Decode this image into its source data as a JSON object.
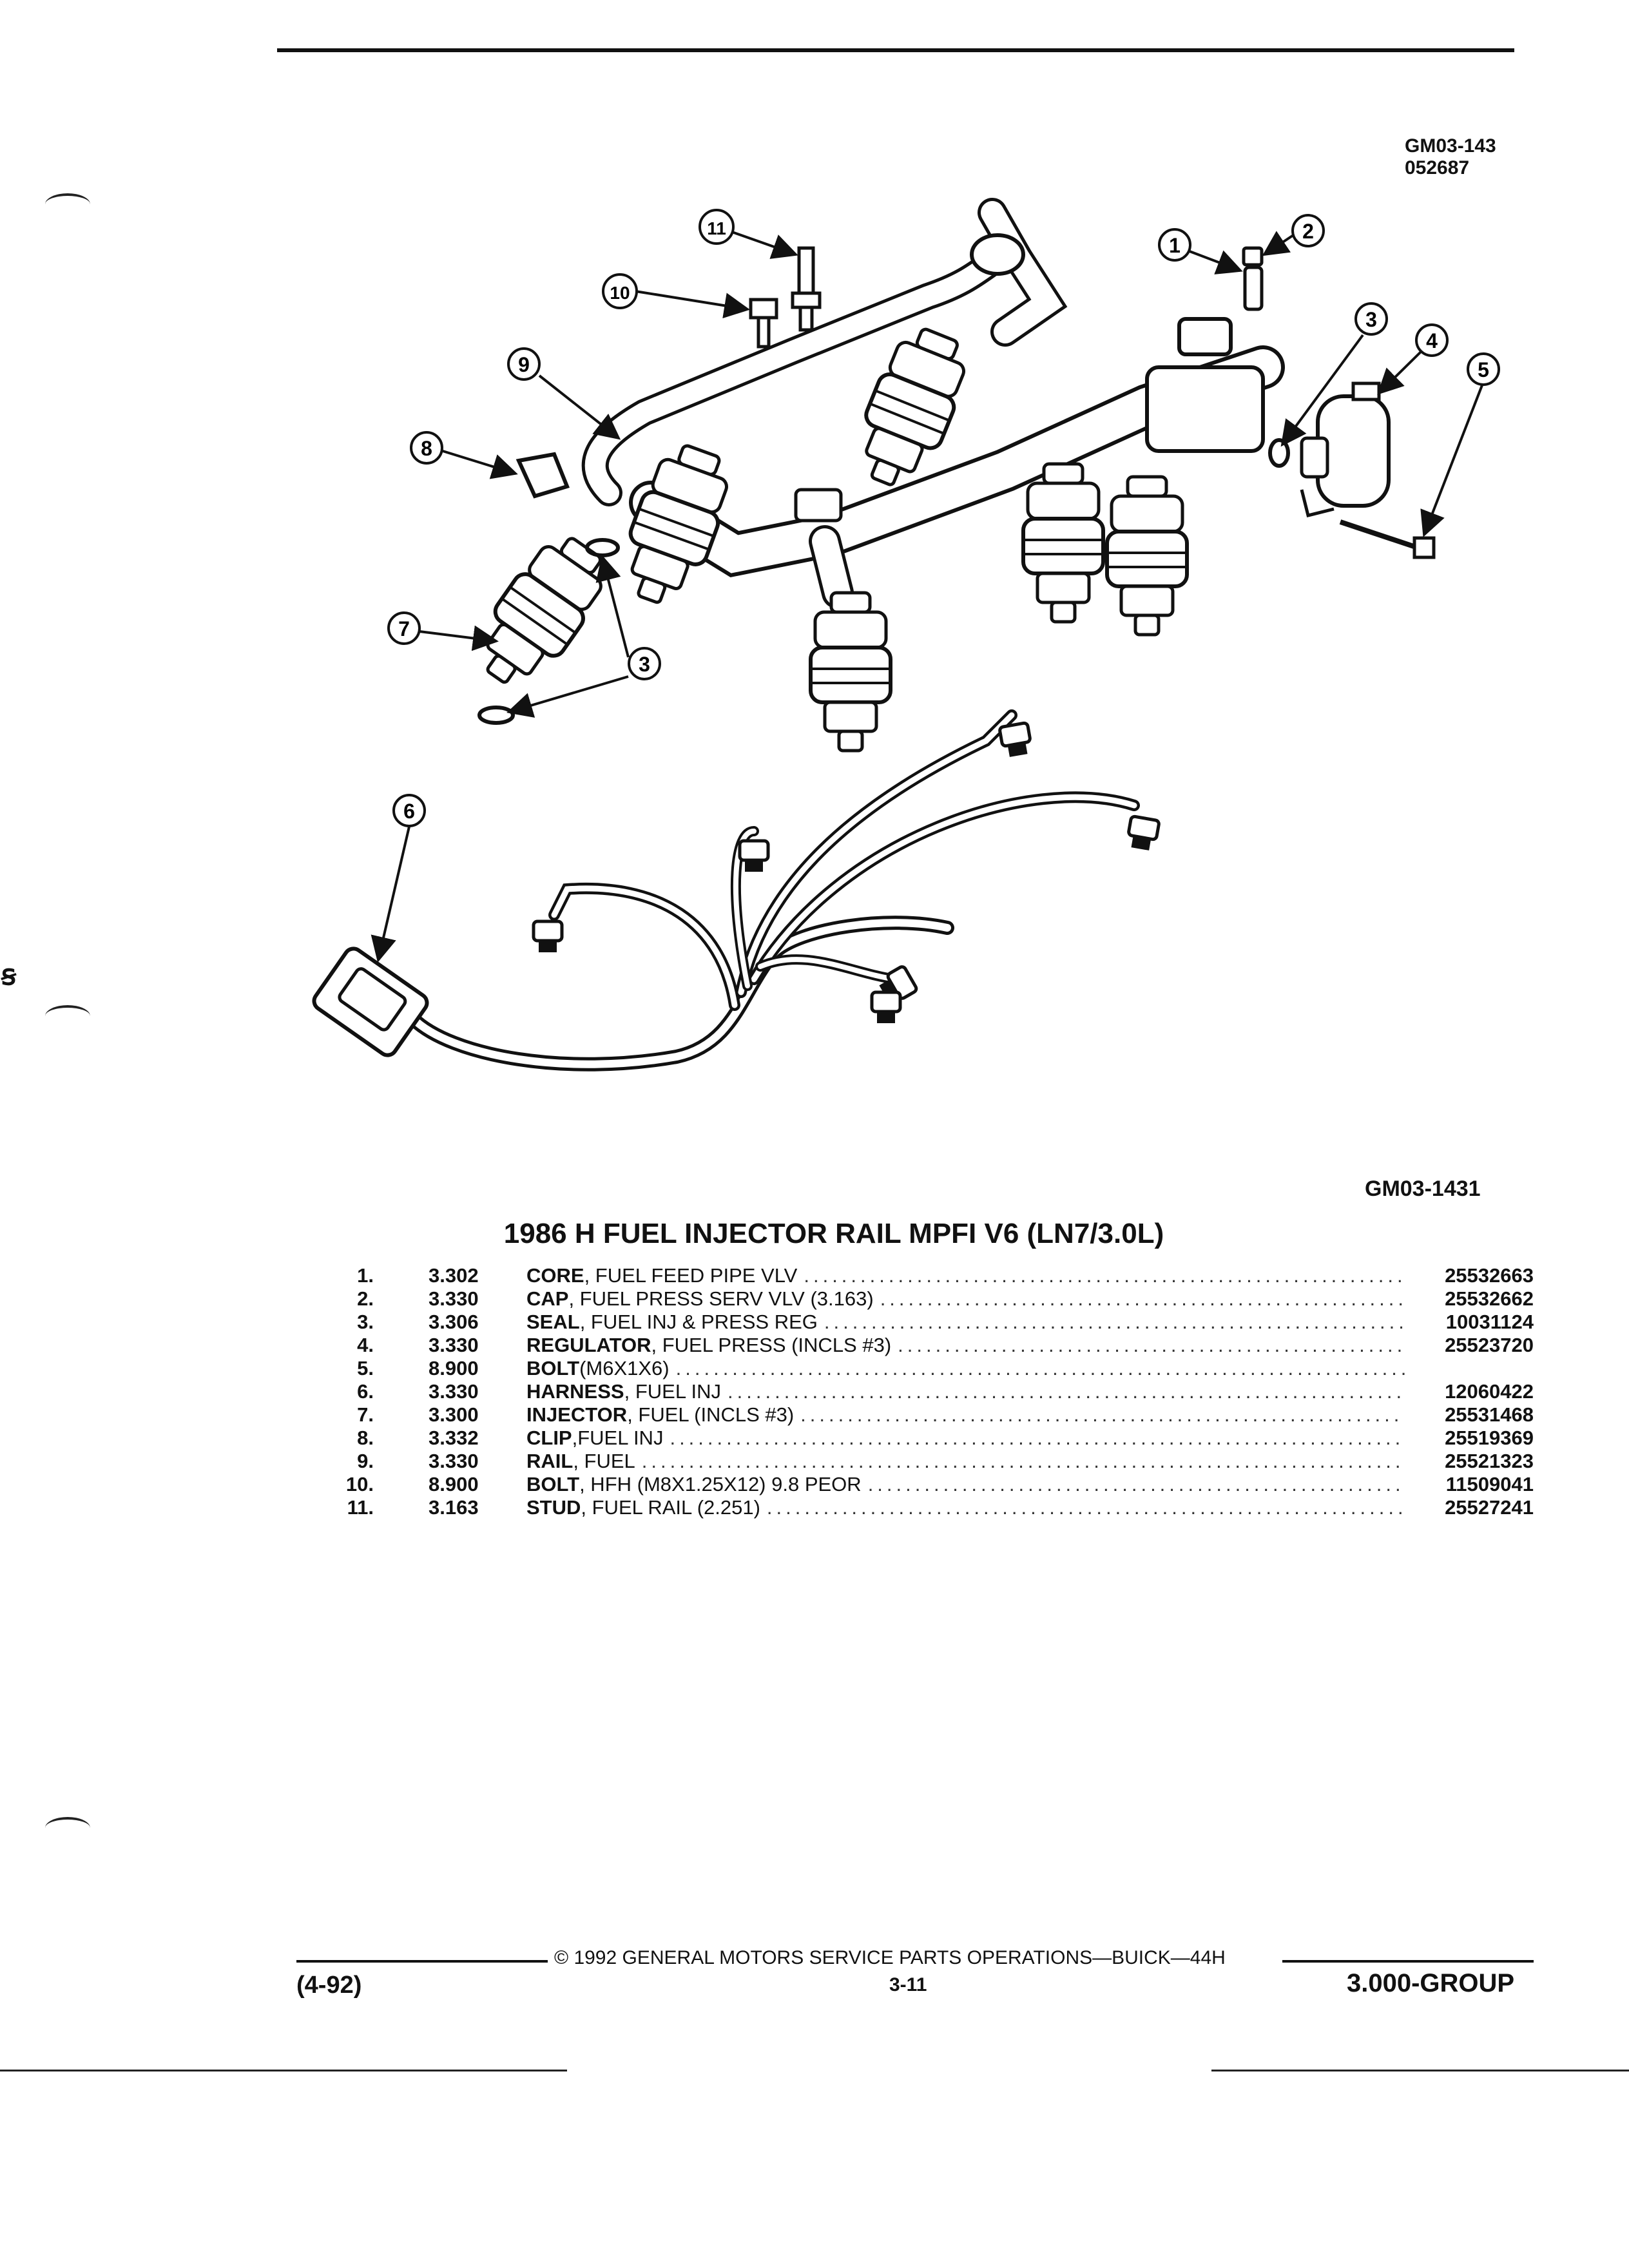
{
  "header": {
    "code_line1": "GM03-143",
    "code_line2": "052687"
  },
  "figure": {
    "callouts": [
      "1",
      "2",
      "3",
      "4",
      "5",
      "6",
      "7",
      "8",
      "9",
      "10",
      "11"
    ],
    "code": "GM03-1431"
  },
  "parts_list": {
    "title": "1986 H FUEL INJECTOR RAIL MPFI V6 (LN7/3.0L)",
    "rows": [
      {
        "num": "1.",
        "code": "3.302",
        "name": "CORE",
        "detail": ", FUEL FEED PIPE VLV",
        "part": "25532663"
      },
      {
        "num": "2.",
        "code": "3.330",
        "name": "CAP",
        "detail": ", FUEL PRESS SERV VLV (3.163)",
        "part": "25532662"
      },
      {
        "num": "3.",
        "code": "3.306",
        "name": "SEAL",
        "detail": ", FUEL INJ & PRESS REG",
        "part": "10031124"
      },
      {
        "num": "4.",
        "code": "3.330",
        "name": "REGULATOR",
        "detail": ", FUEL PRESS (INCLS #3)",
        "part": "25523720"
      },
      {
        "num": "5.",
        "code": "8.900",
        "name": "BOLT",
        "detail": " (M6X1X6)",
        "part": ""
      },
      {
        "num": "6.",
        "code": "3.330",
        "name": "HARNESS",
        "detail": ", FUEL INJ",
        "part": "12060422"
      },
      {
        "num": "7.",
        "code": "3.300",
        "name": "INJECTOR",
        "detail": ", FUEL (INCLS #3)",
        "part": "25531468"
      },
      {
        "num": "8.",
        "code": "3.332",
        "name": "CLIP",
        "detail": " ,FUEL INJ",
        "part": "25519369"
      },
      {
        "num": "9.",
        "code": "3.330",
        "name": "RAIL",
        "detail": ", FUEL",
        "part": "25521323"
      },
      {
        "num": "10.",
        "code": "8.900",
        "name": "BOLT",
        "detail": ", HFH (M8X1.25X12) 9.8 PEOR",
        "part": "11509041"
      },
      {
        "num": "11.",
        "code": "3.163",
        "name": "STUD",
        "detail": ", FUEL RAIL (2.251)",
        "part": "25527241"
      }
    ]
  },
  "footer": {
    "copyright": "© 1992 GENERAL MOTORS SERVICE PARTS OPERATIONS—BUICK—44H",
    "date": "(4-92)",
    "page": "3-11",
    "group": "3.000-GROUP"
  }
}
